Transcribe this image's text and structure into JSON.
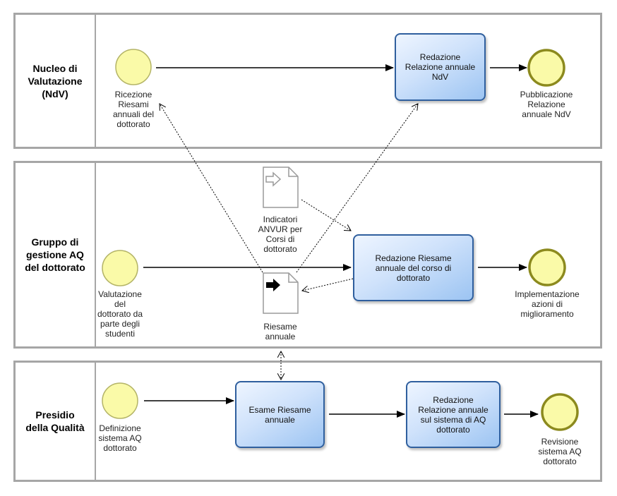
{
  "lanes": {
    "ndv": {
      "title": "Nucleo di\nValutazione\n(NdV)"
    },
    "gruppo": {
      "title": "Gruppo di\ngestione AQ\ndel dottorato"
    },
    "presidio": {
      "title": "Presidio\ndella Qualità"
    }
  },
  "events": {
    "ricezione": "Ricezione\nRiesami\nannuali del\ndottorato",
    "pubblicazione": "Pubblicazione\nRelazione\nannuale NdV",
    "valutazione": "Valutazione\ndel\ndottorato da\nparte degli\nstudenti",
    "implementazione": "Implementazione\nazioni di\nmiglioramento",
    "definizione": "Definizione\nsistema AQ\ndottorato",
    "revisione": "Revisione\nsistema AQ\ndottorato"
  },
  "tasks": {
    "redazione_ndv": "Redazione\nRelazione annuale\nNdV",
    "redazione_riesame": "Redazione Riesame\nannuale del corso di\ndottorato",
    "esame_riesame": "Esame Riesame\nannuale",
    "redazione_sistema": "Redazione\nRelazione annuale\nsul sistema di AQ\ndottorato"
  },
  "data_objects": {
    "indicatori": "Indicatori\nANVUR per\nCorsi di\ndottorato",
    "riesame": "Riesame\nannuale"
  },
  "colors": {
    "event_fill": "#fafaa8",
    "event_stroke": "#b4b467",
    "end_event_stroke": "#8c8a1e",
    "lane_border": "#a6a6a6",
    "task_border": "#2f5f9e"
  }
}
